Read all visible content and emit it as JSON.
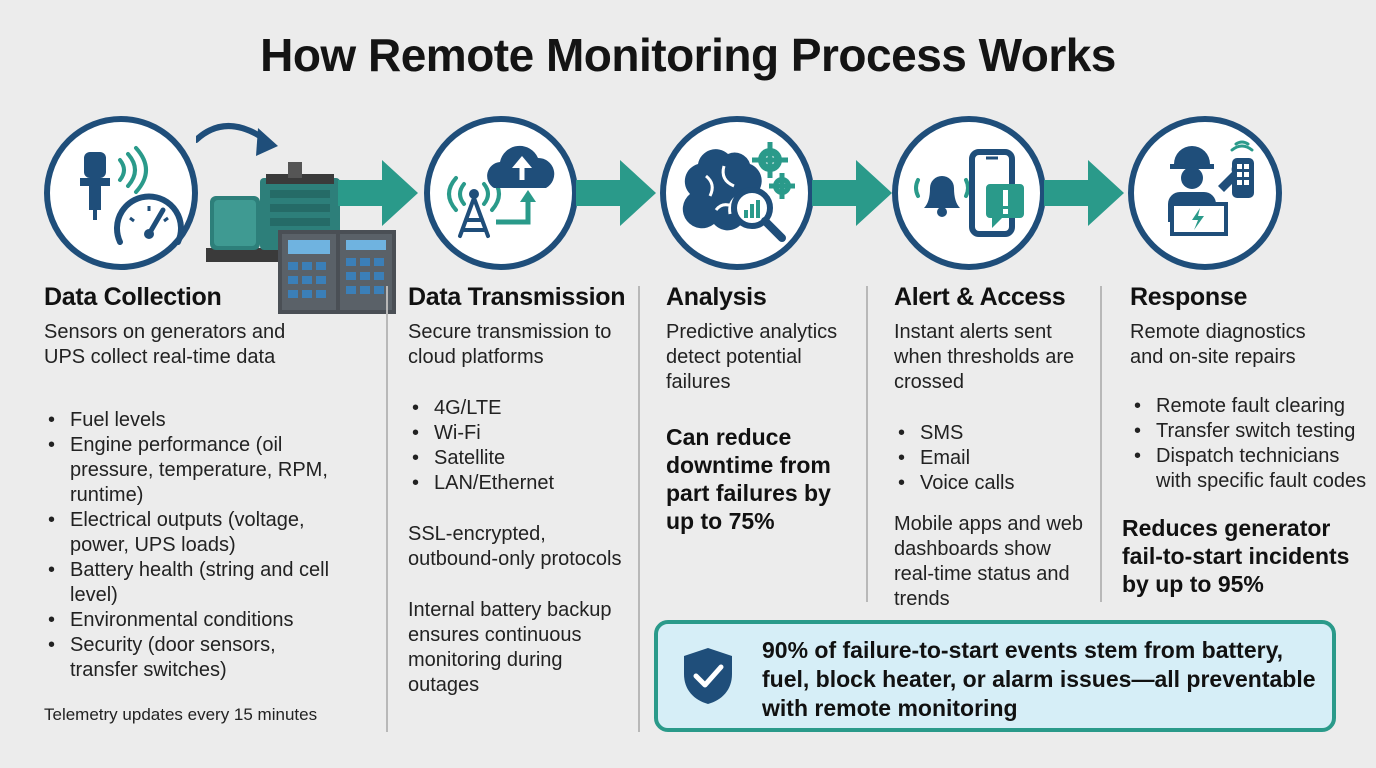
{
  "title": "How Remote Monitoring Process Works",
  "colors": {
    "navy": "#1f4e7a",
    "teal": "#2a9a8a",
    "callout_bg": "#d6eef7"
  },
  "steps": [
    {
      "heading": "Data Collection",
      "description": "Sensors on generators and UPS collect real-time data",
      "bullets": [
        "Fuel levels",
        "Engine performance (oil pressure, temperature, RPM, runtime)",
        "Electrical outputs (voltage, power, UPS loads)",
        "Battery health (string and cell level)",
        "Environmental conditions",
        "Security (door sensors, transfer switches)"
      ],
      "footnote": "Telemetry updates every 15 minutes",
      "icons": [
        "sensor-icon",
        "wireless-signal-icon",
        "gauge-icon"
      ]
    },
    {
      "heading": "Data Transmission",
      "description": "Secure transmission to cloud platforms",
      "bullets": [
        "4G/LTE",
        "Wi-Fi",
        "Satellite",
        "LAN/Ethernet"
      ],
      "note1": "SSL-encrypted, outbound-only protocols",
      "note2": "Internal battery backup ensures continuous monitoring during outages",
      "icons": [
        "cell-tower-icon",
        "cloud-upload-icon"
      ]
    },
    {
      "heading": "Analysis",
      "description": "Predictive analytics detect potential failures",
      "highlight": "Can reduce downtime from part failures by up to 75%",
      "icons": [
        "brain-icon",
        "gears-icon",
        "magnifier-icon"
      ]
    },
    {
      "heading": "Alert & Access",
      "description": "Instant alerts sent when thresholds are crossed",
      "bullets": [
        "SMS",
        "Email",
        "Voice calls"
      ],
      "note": "Mobile apps and web dashboards show real-time status and trends",
      "icons": [
        "bell-icon",
        "smartphone-icon",
        "alert-bubble-icon"
      ]
    },
    {
      "heading": "Response",
      "description": "Remote diagnostics and on-site repairs",
      "bullets": [
        "Remote fault clearing",
        "Transfer switch testing",
        "Dispatch technicians with specific fault codes"
      ],
      "highlight": "Reduces generator fail-to-start incidents by up to 95%",
      "icons": [
        "technician-icon",
        "wrench-icon",
        "remote-control-icon"
      ]
    }
  ],
  "callout": {
    "text": "90% of failure-to-start events stem from battery, fuel, block heater, or alarm issues—all preventable with remote monitoring",
    "icon": "shield-check-icon"
  }
}
